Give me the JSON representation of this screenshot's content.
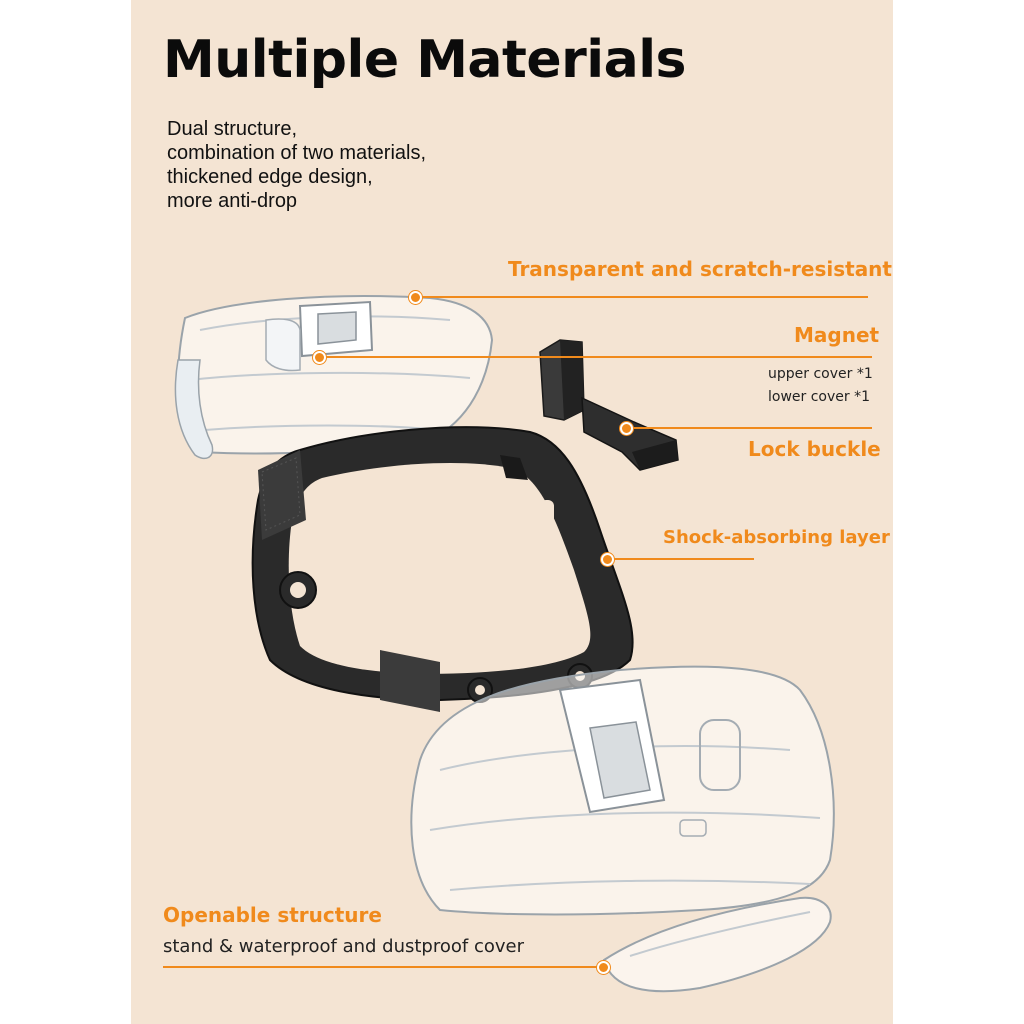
{
  "title": "Multiple Materials",
  "description": [
    "Dual structure,",
    "combination of two materials,",
    "thickened edge design,",
    "more anti-drop"
  ],
  "callouts": {
    "transparent": "Transparent and scratch-resistant",
    "magnet": "Magnet",
    "magnet_upper": "upper cover *1",
    "magnet_lower": "lower cover *1",
    "lock": "Lock buckle",
    "shock": "Shock-absorbing layer",
    "openable": "Openable structure",
    "openable_sub": "stand & waterproof and dustproof cover"
  },
  "colors": {
    "accent": "#f08a1c",
    "background": "#f4e4d3",
    "bumper": "#2a2a2a"
  }
}
